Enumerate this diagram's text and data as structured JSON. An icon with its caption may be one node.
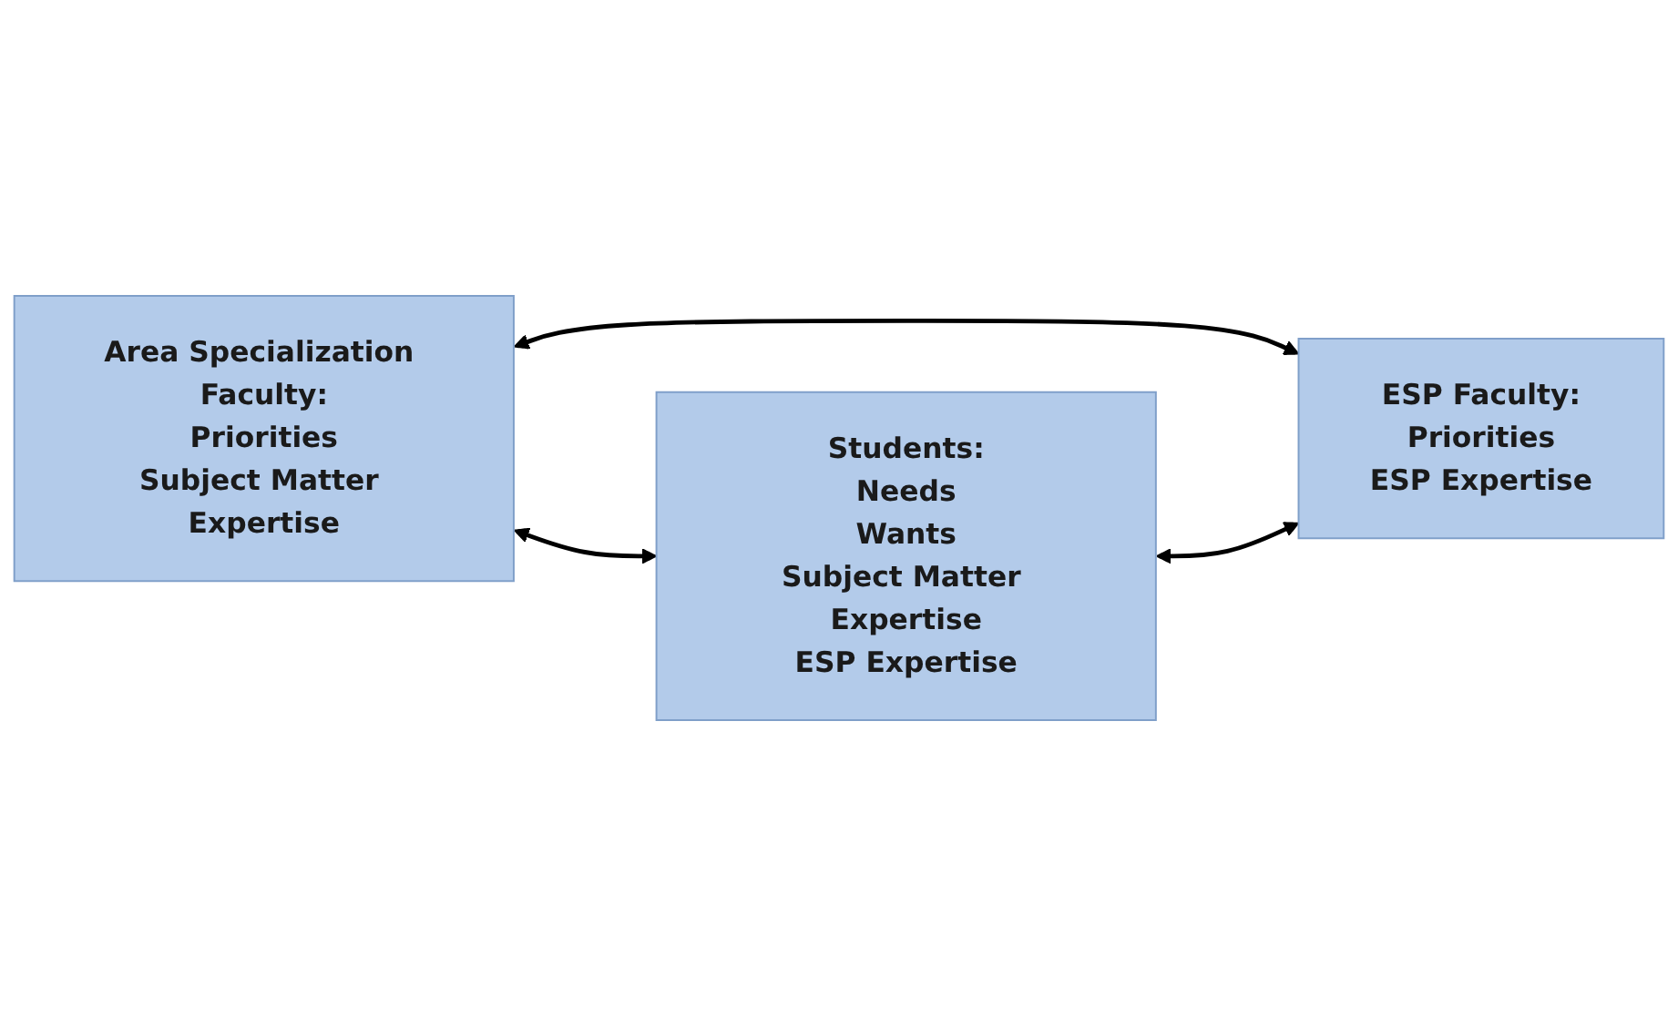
{
  "diagram": {
    "nodes": [
      {
        "text": [
          "Area Specialization Faculty:",
          "Priorities",
          "Subject Matter Expertise"
        ]
      },
      {
        "text": [
          "Students:",
          "Needs",
          "Wants",
          "Subject Matter Expertise",
          "ESP Expertise"
        ]
      },
      {
        "text": [
          "ESP Faculty:",
          "Priorities",
          "ESP Expertise"
        ]
      }
    ],
    "edges": [
      {
        "from": 0,
        "to": 2,
        "arrow": "both"
      },
      {
        "from": 0,
        "to": 1,
        "arrow": "both"
      },
      {
        "from": 1,
        "to": 2,
        "arrow": "both"
      }
    ]
  }
}
